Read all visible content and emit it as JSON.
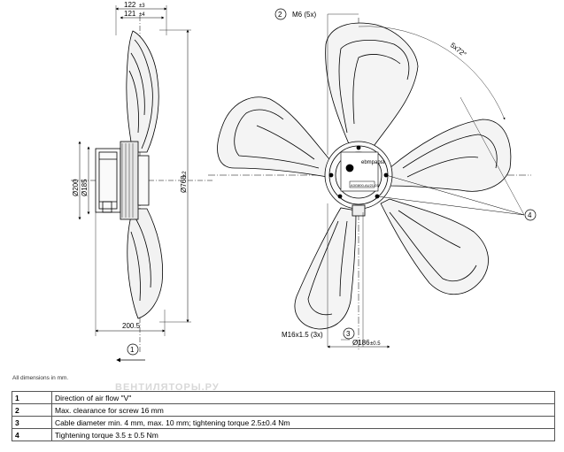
{
  "dimensions": {
    "side_width_outer": "122",
    "side_width_outer_tol": "±3",
    "side_width_inner": "121",
    "side_width_inner_tol": "±4",
    "dia_outer": "Ø200",
    "dia_inner": "Ø185",
    "dia_impeller": "Ø768",
    "dia_impeller_tol": "±2",
    "base_width": "200.5",
    "thread_top": "M6 (5x)",
    "angle": "5x72°",
    "thread_bottom": "M16x1.5 (3x)",
    "hub_dia": "Ø186",
    "hub_dia_tol": "±0.5"
  },
  "callouts": {
    "c1": "1",
    "c2": "2",
    "c3": "3",
    "c4": "4"
  },
  "nameplate": {
    "brand": "ebmpapst",
    "code": "A3G800-AU21-03"
  },
  "note": "All dimensions in mm.",
  "watermark": "ВЕНТИЛЯТОРЫ.РУ",
  "legend": [
    {
      "num": "1",
      "text": "Direction of air flow \"V\""
    },
    {
      "num": "2",
      "text": "Max. clearance for screw 16 mm"
    },
    {
      "num": "3",
      "text": "Cable diameter min. 4 mm, max. 10 mm; tightening torque 2.5±0.4 Nm"
    },
    {
      "num": "4",
      "text": "Tightening torque 3.5 ± 0.5 Nm"
    }
  ]
}
